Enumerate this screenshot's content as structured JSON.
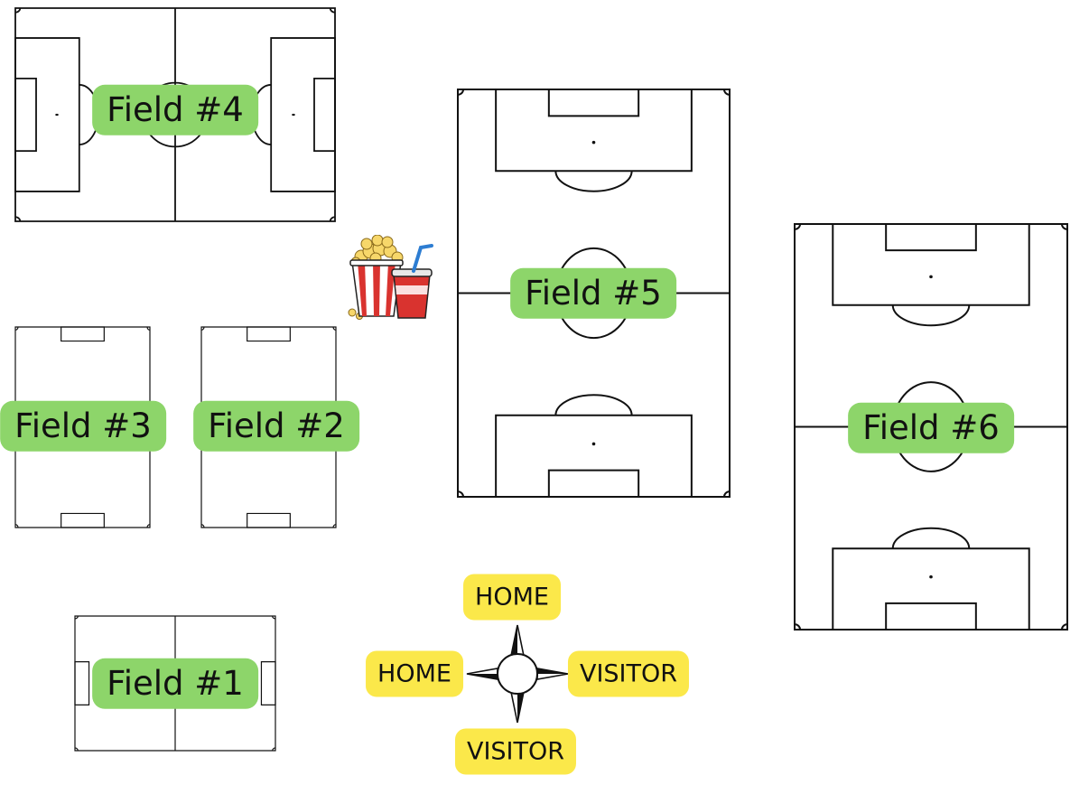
{
  "fields": [
    {
      "id": "field-1",
      "label": "Field #1"
    },
    {
      "id": "field-2",
      "label": "Field #2"
    },
    {
      "id": "field-3",
      "label": "Field #3"
    },
    {
      "id": "field-4",
      "label": "Field #4"
    },
    {
      "id": "field-5",
      "label": "Field #5"
    },
    {
      "id": "field-6",
      "label": "Field #6"
    }
  ],
  "directions": {
    "north": "HOME",
    "west": "HOME",
    "east": "VISITOR",
    "south": "VISITOR"
  },
  "icons": {
    "concessions": "popcorn-and-drink-icon",
    "compass": "compass-rose-icon"
  },
  "colors": {
    "field_label_bg": "#8dd56a",
    "direction_label_bg": "#fbe84a",
    "field_lines": "#111111"
  }
}
